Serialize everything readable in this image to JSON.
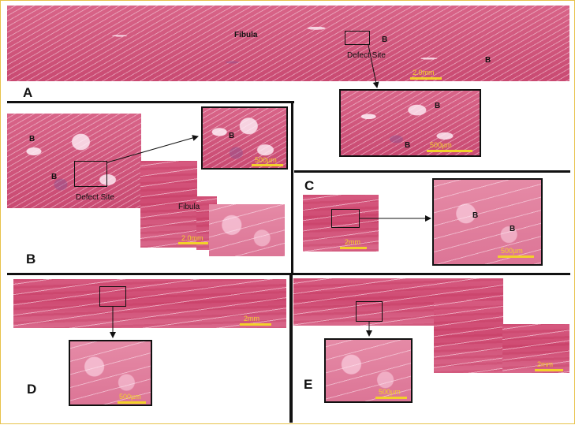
{
  "panels": {
    "a": {
      "letter": "A",
      "fibula_label": "Fibula",
      "defect_label": "Defect Site",
      "bone_labels": [
        "B",
        "B"
      ],
      "main_scale": "2.0mm",
      "inset_bone_labels": [
        "B",
        "B"
      ],
      "inset_scale": "500µm"
    },
    "b": {
      "letter": "B",
      "bone_labels": [
        "B",
        "B"
      ],
      "defect_label": "Defect Site",
      "fibula_label": "Fibula",
      "main_scale": "2.0mm",
      "inset_bone_label": "B",
      "inset_scale": "500µm"
    },
    "c": {
      "letter": "C",
      "main_scale": "2mm",
      "inset_bone_labels": [
        "B",
        "B"
      ],
      "inset_scale": "500µm"
    },
    "d": {
      "letter": "D",
      "main_scale": "2mm",
      "inset_scale": "500µm"
    },
    "e": {
      "letter": "E",
      "main_scale": "2mm",
      "inset_scale": "500µm"
    }
  },
  "colors": {
    "frame": "#e8c24a",
    "scale_bar": "#f2d12a",
    "stain": "#cf4b73"
  }
}
